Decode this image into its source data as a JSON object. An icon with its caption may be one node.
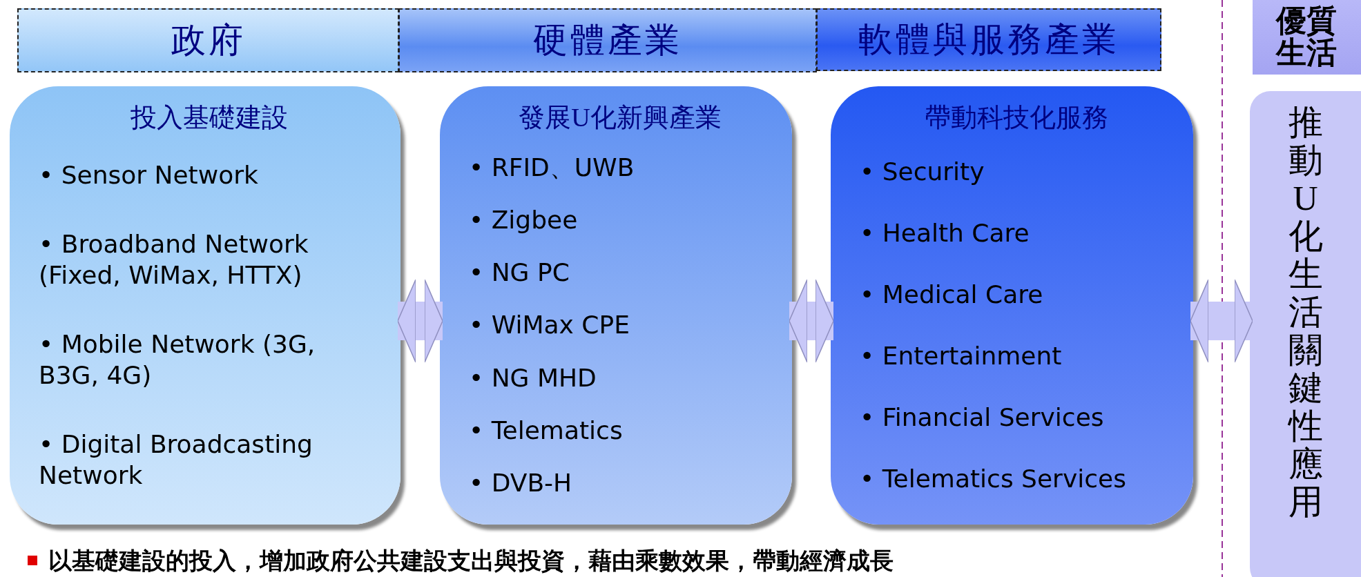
{
  "diagram": {
    "nodes": [
      {
        "text": [
          "政府"
        ]
      },
      {
        "text": [
          "硬體產業"
        ]
      },
      {
        "text": [
          "軟體與服務產業"
        ]
      },
      {
        "text": [
          "優質生活"
        ]
      },
      {
        "text": [
          "投入基礎建設",
          "• Sensor Network",
          "• Broadband Network (Fixed, WiMax, HTTX)",
          "• Mobile Network (3G, B3G, 4G)",
          "• Digital Broadcasting Network"
        ]
      },
      {
        "text": [
          "發展U化新興產業",
          "• RFID、UWB",
          "• Zigbee",
          "• NG PC",
          "• WiMax CPE",
          "• NG MHD",
          "• Telematics",
          "• DVB-H"
        ]
      },
      {
        "text": [
          "帶動科技化服務",
          "• Security",
          "• Health Care",
          "• Medical Care",
          "• Entertainment",
          "• Financial Services",
          "• Telematics Services"
        ]
      },
      {
        "text": [
          "推動U化生活關鍵性應用"
        ]
      }
    ],
    "edges": [
      {
        "from": 4,
        "to": 5,
        "arrow": "both"
      },
      {
        "from": 5,
        "to": 6,
        "arrow": "both"
      },
      {
        "from": 6,
        "to": 7,
        "arrow": "both"
      }
    ],
    "labels": [
      "以基礎建設的投入，增加政府公共建設支出與投資，藉由乘數效果，帶動經濟成長"
    ]
  }
}
